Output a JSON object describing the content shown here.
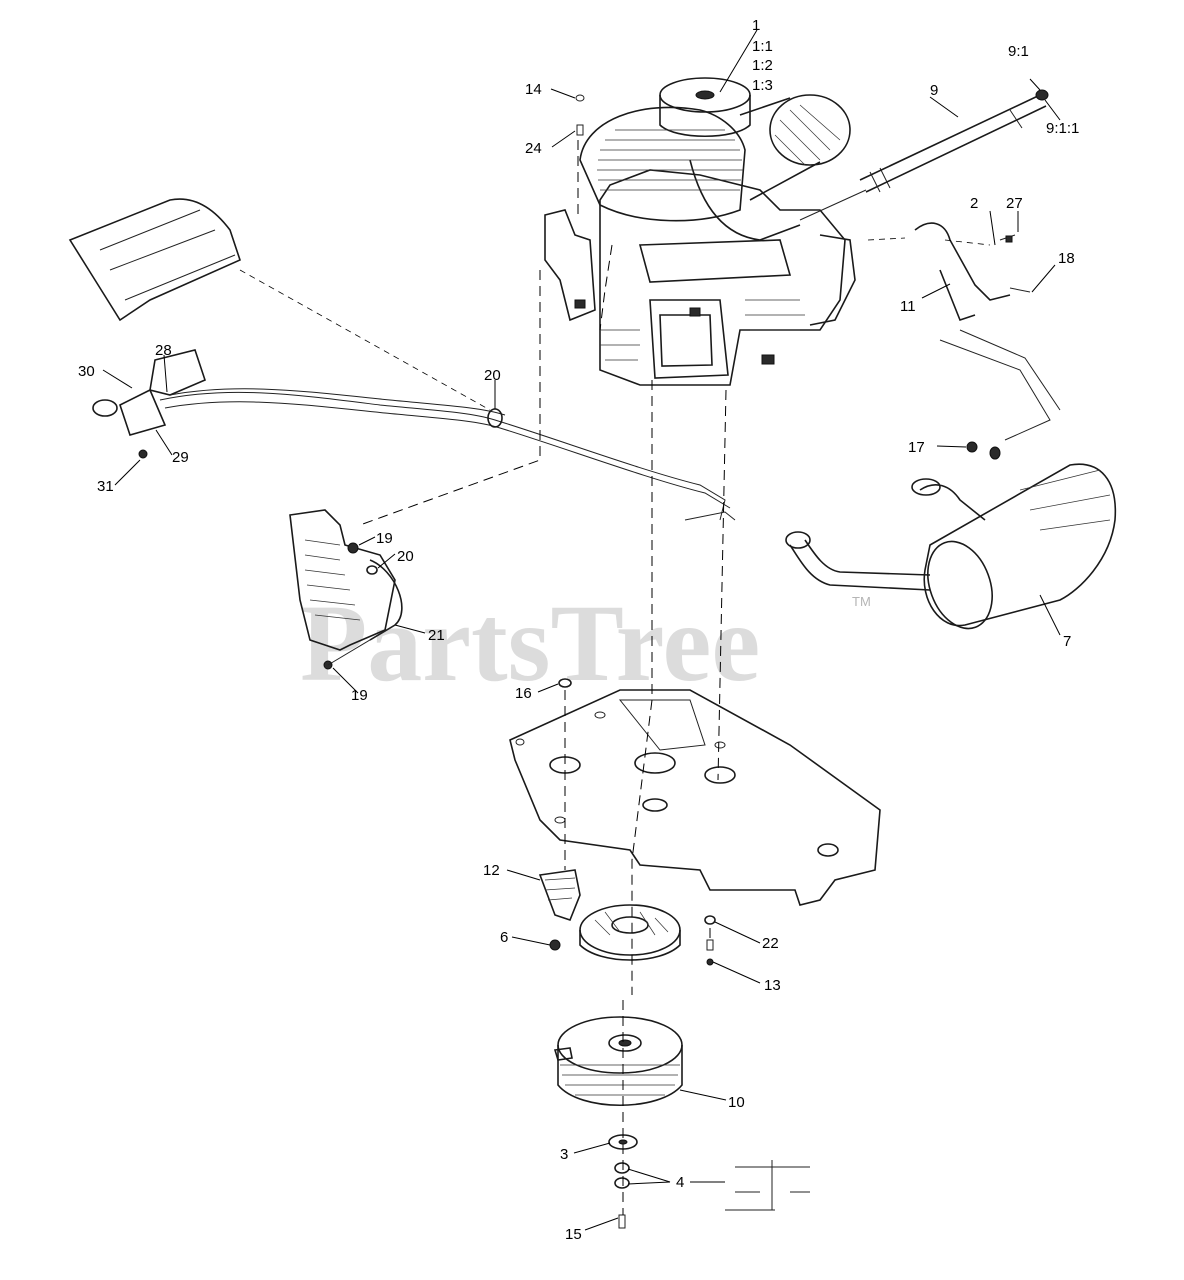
{
  "watermark": {
    "text": "PartsTree",
    "tm": "TM",
    "color": "#cfcfcf"
  },
  "labels": {
    "l1": "1",
    "l1_1": "1:1",
    "l1_2": "1:2",
    "l1_3": "1:3",
    "l2": "2",
    "l3": "3",
    "l4": "4",
    "l6": "6",
    "l7": "7",
    "l9": "9",
    "l9_1": "9:1",
    "l9_1_1": "9:1:1",
    "l10": "10",
    "l11": "11",
    "l12": "12",
    "l13": "13",
    "l14": "14",
    "l15": "15",
    "l16": "16",
    "l17": "17",
    "l18": "18",
    "l19a": "19",
    "l19b": "19",
    "l20a": "20",
    "l20b": "20",
    "l21": "21",
    "l22": "22",
    "l24": "24",
    "l27": "27",
    "l28": "28",
    "l29": "29",
    "l30": "30",
    "l31": "31"
  }
}
